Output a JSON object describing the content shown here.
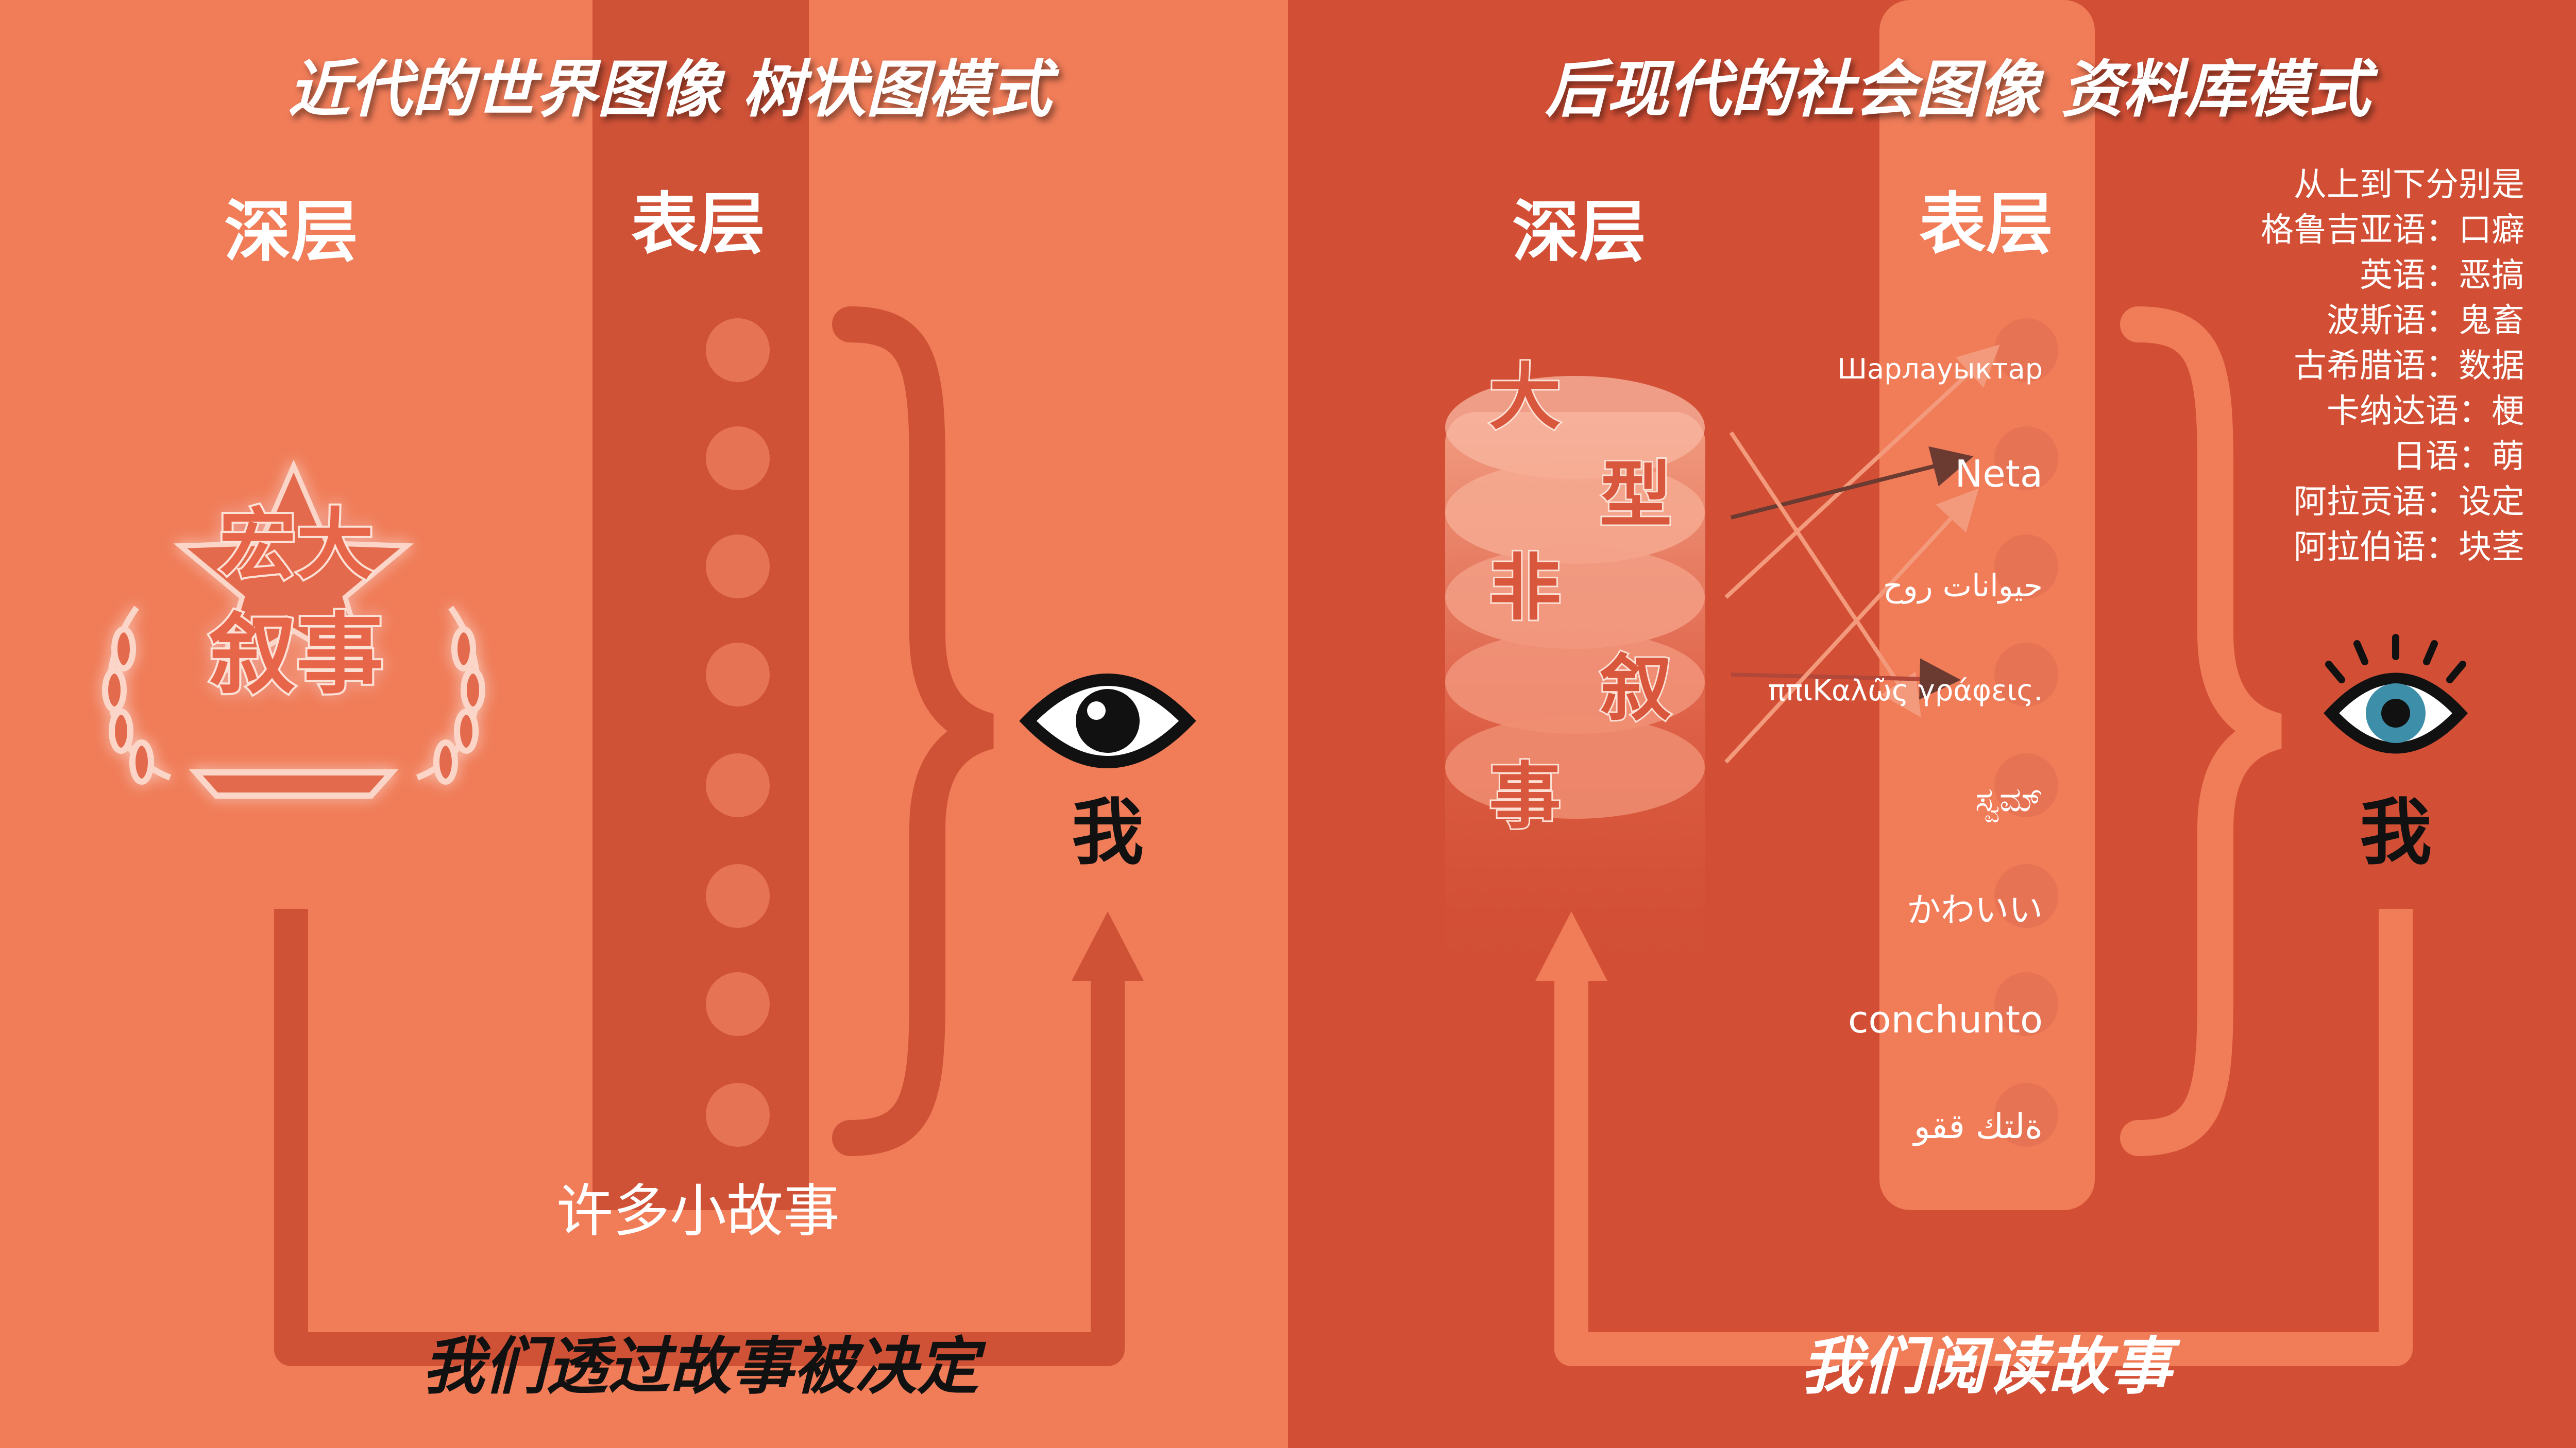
{
  "left": {
    "title": "近代的世界图像 树状图模式",
    "deep_label": "深层",
    "surface_label": "表层",
    "emblem_line1": "宏大",
    "emblem_line2": "叙事",
    "small_stories": "许多小故事",
    "eye_label": "我",
    "bottom_caption": "我们透过故事被决定"
  },
  "right": {
    "title": "后现代的社会图像 资料库模式",
    "deep_label": "深层",
    "surface_label": "表层",
    "stack_chars": [
      "大",
      "型",
      "非",
      "叙",
      "事"
    ],
    "words": [
      "Шарлауыктар",
      "Neta",
      "حيوانات روح",
      "ππιΚαλῶς γράφεις.",
      "ಸ್ವಮ್",
      "かわいい",
      "conchunto",
      "ةلتك ققو"
    ],
    "eye_label": "我",
    "bottom_caption": "我们阅读故事",
    "notes": [
      "从上到下分别是",
      "格鲁吉亚语：口癖",
      "英语：恶搞",
      "波斯语：鬼畜",
      "古希腊语：数据",
      "卡纳达语：梗",
      "日语：萌",
      "阿拉贡语：设定",
      "阿拉伯语：块茎"
    ]
  },
  "colors": {
    "left_bg": "#F07C58",
    "right_bg": "#D24F35",
    "strip_dark": "#CF5237",
    "strip_light": "#F07C58",
    "arrow_dark": "#CF5237",
    "arrow_light": "#F07C58"
  }
}
